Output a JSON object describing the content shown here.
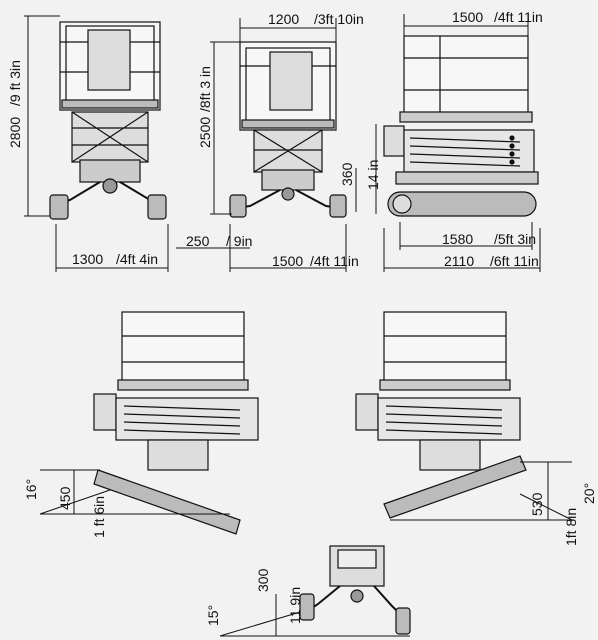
{
  "dimensions": {
    "height_front": "2800",
    "height_front_imp": "/9 ft 3in",
    "width_platform": "1200",
    "width_platform_imp": "/3ft 10in",
    "height_side": "2500",
    "height_side_imp": "/8ft 3 in",
    "length_platform": "1500",
    "length_platform_imp": "/4ft 11in",
    "clearance": "360",
    "clearance_imp": "14 in",
    "wheel_offset": "250",
    "wheel_offset_imp": "/ 9in",
    "width_total": "1300",
    "width_total_imp": "/4ft 4in",
    "track_spread": "1500",
    "track_spread_imp": "/4ft 11in",
    "track_length": "1580",
    "track_length_imp": "/5ft 3in",
    "length_total": "2110",
    "length_total_imp": "/6ft 11in",
    "angle_left": "16°",
    "rise_left": "450",
    "rise_left_imp": "1 ft 6in",
    "angle_right": "20°",
    "rise_right": "530",
    "rise_right_imp": "1ft 8in",
    "angle_bottom": "15°",
    "rise_bottom": "300",
    "rise_bottom_imp": "11 9in"
  },
  "colors": {
    "line": "#111111",
    "bg": "#f2f2f2",
    "fill": "#e6e6e6"
  }
}
